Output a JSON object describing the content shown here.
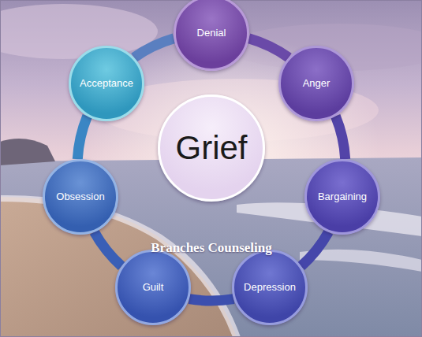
{
  "diagram": {
    "nodes": [
      {
        "text": [
          "Denial"
        ]
      },
      {
        "text": [
          "Acceptance"
        ]
      },
      {
        "text": [
          "Anger"
        ]
      },
      {
        "text": [
          "Grief"
        ]
      },
      {
        "text": [
          "Obsession"
        ]
      },
      {
        "text": [
          "Bargaining"
        ]
      },
      {
        "text": [
          "Guilt"
        ]
      },
      {
        "text": [
          "Depression"
        ]
      }
    ],
    "edges": [
      {
        "from": 0,
        "to": 2,
        "arrow": "none"
      },
      {
        "from": 2,
        "to": 5,
        "arrow": "none"
      },
      {
        "from": 5,
        "to": 7,
        "arrow": "none"
      },
      {
        "from": 7,
        "to": 6,
        "arrow": "none"
      },
      {
        "from": 6,
        "to": 4,
        "arrow": "none"
      },
      {
        "from": 4,
        "to": 1,
        "arrow": "none"
      },
      {
        "from": 1,
        "to": 0,
        "arrow": "none"
      }
    ],
    "labels": [
      "Branches Counseling"
    ]
  }
}
